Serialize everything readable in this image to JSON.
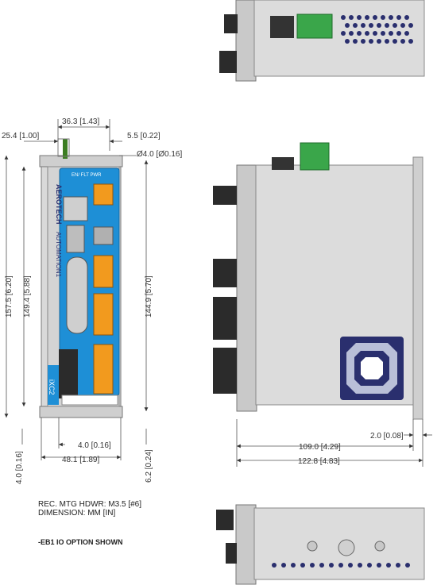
{
  "dimensions": {
    "top_width": "36.3 [1.43]",
    "left_offset": "25.4 [1.00]",
    "right_offset": "5.5 [0.22]",
    "hole": "Ø4.0 [Ø0.16]",
    "overall_height": "157.5 [6.20]",
    "body_height": "149.4 [5.88]",
    "mount_height": "144.9 [5.70]",
    "bottom_small": "4.0 [0.16]",
    "base_width": "48.1 [1.89]",
    "left_vertical": "4.0 [0.16]",
    "right_vertical": "6.2 [0.24]",
    "side_depth": "109.0 [4.29]",
    "side_flange": "2.0 [0.08]",
    "side_total": "122.8 [4.83]"
  },
  "notes": {
    "hardware": "REC. MTG HDWR: M3.5 [#6]",
    "units": "DIMENSION: MM [IN]",
    "option": "-EB1 IO OPTION SHOWN"
  },
  "front_panel": {
    "brand": "AEROTECH",
    "product_line": "AUTOMATION1",
    "model": "iXC2",
    "leds": "EN/ FLT  PWR"
  },
  "colors": {
    "panel_blue": "#1e8fd6",
    "chassis_gray": "#d9d9d9",
    "connector_orange": "#f29a1e",
    "connector_green": "#3aa64a",
    "dark_navy": "#2a2f6e"
  }
}
